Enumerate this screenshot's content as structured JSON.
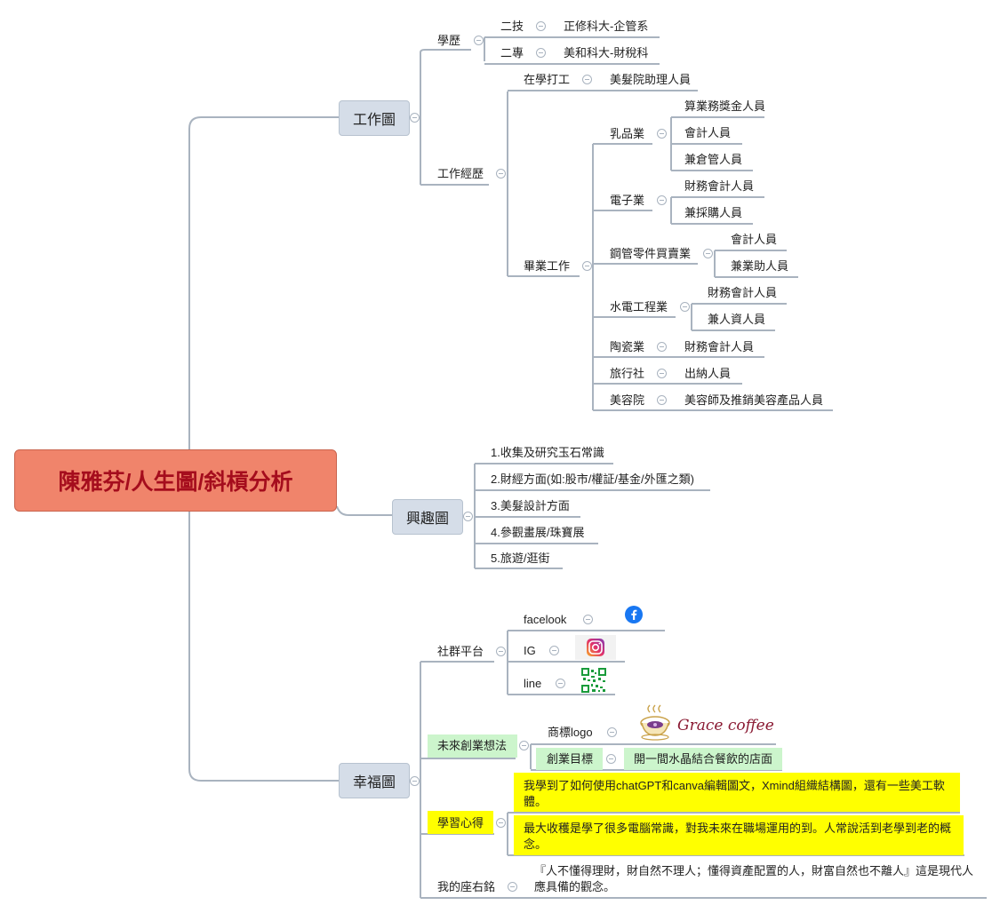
{
  "root": {
    "label": "陳雅芬/人生圖/斜槓分析"
  },
  "work": {
    "label": "工作圖",
    "education": {
      "label": "學歷",
      "items": [
        {
          "degree": "二技",
          "school": "正修科大-企管系"
        },
        {
          "degree": "二專",
          "school": "美和科大-財稅科"
        }
      ]
    },
    "experience": {
      "label": "工作經歷",
      "student": {
        "label": "在學打工",
        "job": "美髮院助理人員"
      },
      "graduate": {
        "label": "畢業工作",
        "industries": [
          {
            "name": "乳品業",
            "jobs": [
              "算業務獎金人員",
              "會計人員",
              "兼倉管人員"
            ]
          },
          {
            "name": "電子業",
            "jobs": [
              "財務會計人員",
              "兼採購人員"
            ]
          },
          {
            "name": "鋼管零件買賣業",
            "jobs": [
              "會計人員",
              "兼業助人員"
            ]
          },
          {
            "name": "水電工程業",
            "jobs": [
              "財務會計人員",
              "兼人資人員"
            ]
          },
          {
            "name": "陶瓷業",
            "jobs": [
              "財務會計人員"
            ]
          },
          {
            "name": "旅行社",
            "jobs": [
              "出納人員"
            ]
          },
          {
            "name": "美容院",
            "jobs": [
              "美容師及推銷美容產品人員"
            ]
          }
        ]
      }
    }
  },
  "interests": {
    "label": "興趣圖",
    "items": [
      "1.收集及研究玉石常識",
      "2.財經方面(如:股市/權証/基金/外匯之類)",
      "3.美髮設計方面",
      "4.參觀畫展/珠寶展",
      "5.旅遊/逛街"
    ]
  },
  "happiness": {
    "label": "幸福圖",
    "social": {
      "label": "社群平台",
      "items": [
        "facelook",
        "IG",
        "line"
      ]
    },
    "startup": {
      "label": "未來創業想法",
      "logo_label": "商標logo",
      "logo_text": "Grace  coffee",
      "goal_label": "創業目標",
      "goal": "開一間水晶結合餐飲的店面"
    },
    "learning": {
      "label": "學習心得",
      "notes": [
        "我學到了如何使用chatGPT和canva編輯圖文，Xmind組織結構圖，還有一些美工軟體。",
        "最大收穫是學了很多電腦常識，對我未來在職場運用的到。人常說活到老學到老的概念。"
      ]
    },
    "motto": {
      "label": "我的座右銘",
      "text": "『人不懂得理財，財自然不理人；懂得資產配置的人，財富自然也不離人』這是現代人應具備的觀念。"
    }
  },
  "colors": {
    "root": "#f0846b",
    "root_text": "#a50d1d",
    "main_node": "#d5dde8",
    "line": "#a9b3bf",
    "highlight_green": "#ccf5cc",
    "highlight_yellow": "#ffff00",
    "facebook": "#1877f2"
  }
}
